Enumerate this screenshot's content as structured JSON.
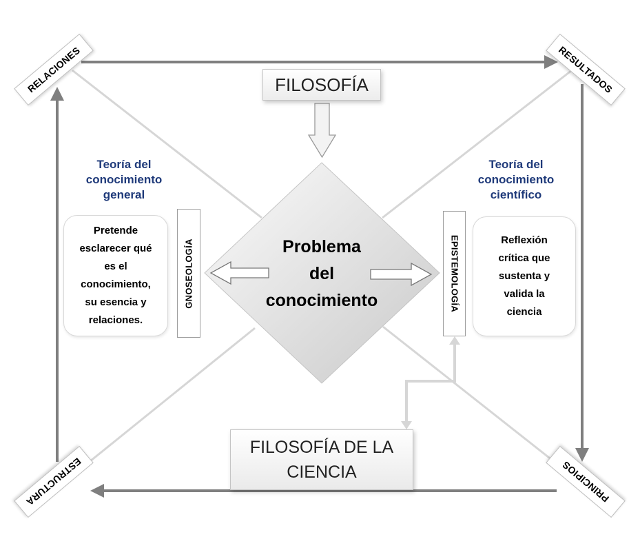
{
  "colors": {
    "frame_arrow": "#7f7f7f",
    "diagonal_line": "#d6d6d6",
    "heading_blue": "#1f3a7a",
    "diamond_light": "#fbfbfb",
    "diamond_dark": "#c9c9c9"
  },
  "corners": {
    "top_left": "RELACIONES",
    "top_right": "RESULTADOS",
    "bottom_right": "PRINCIPIOS",
    "bottom_left": "ESTRUCTURA"
  },
  "top_box": "FILOSOFÍA",
  "bottom_box": {
    "line1": "FILOSOFÍA DE LA",
    "line2": "CIENCIA"
  },
  "center": {
    "line1": "Problema",
    "line2": "del",
    "line3": "conocimiento"
  },
  "left": {
    "heading": {
      "line1": "Teoría del",
      "line2": "conocimiento",
      "line3": "general"
    },
    "label": "GNOSEOLOGÍA",
    "description": {
      "line1": "Pretende",
      "line2": "esclarecer qué",
      "line3": "es el",
      "line4": "conocimiento,",
      "line5": "su esencia y",
      "line6": "relaciones."
    }
  },
  "right": {
    "heading": {
      "line1": "Teoría del",
      "line2": "conocimiento",
      "line3": "científico"
    },
    "label": "EPISTEMOLOGÍA",
    "description": {
      "line1": "Reflexión",
      "line2": "crítica que",
      "line3": "sustenta y",
      "line4": "valida la",
      "line5": "ciencia"
    }
  }
}
